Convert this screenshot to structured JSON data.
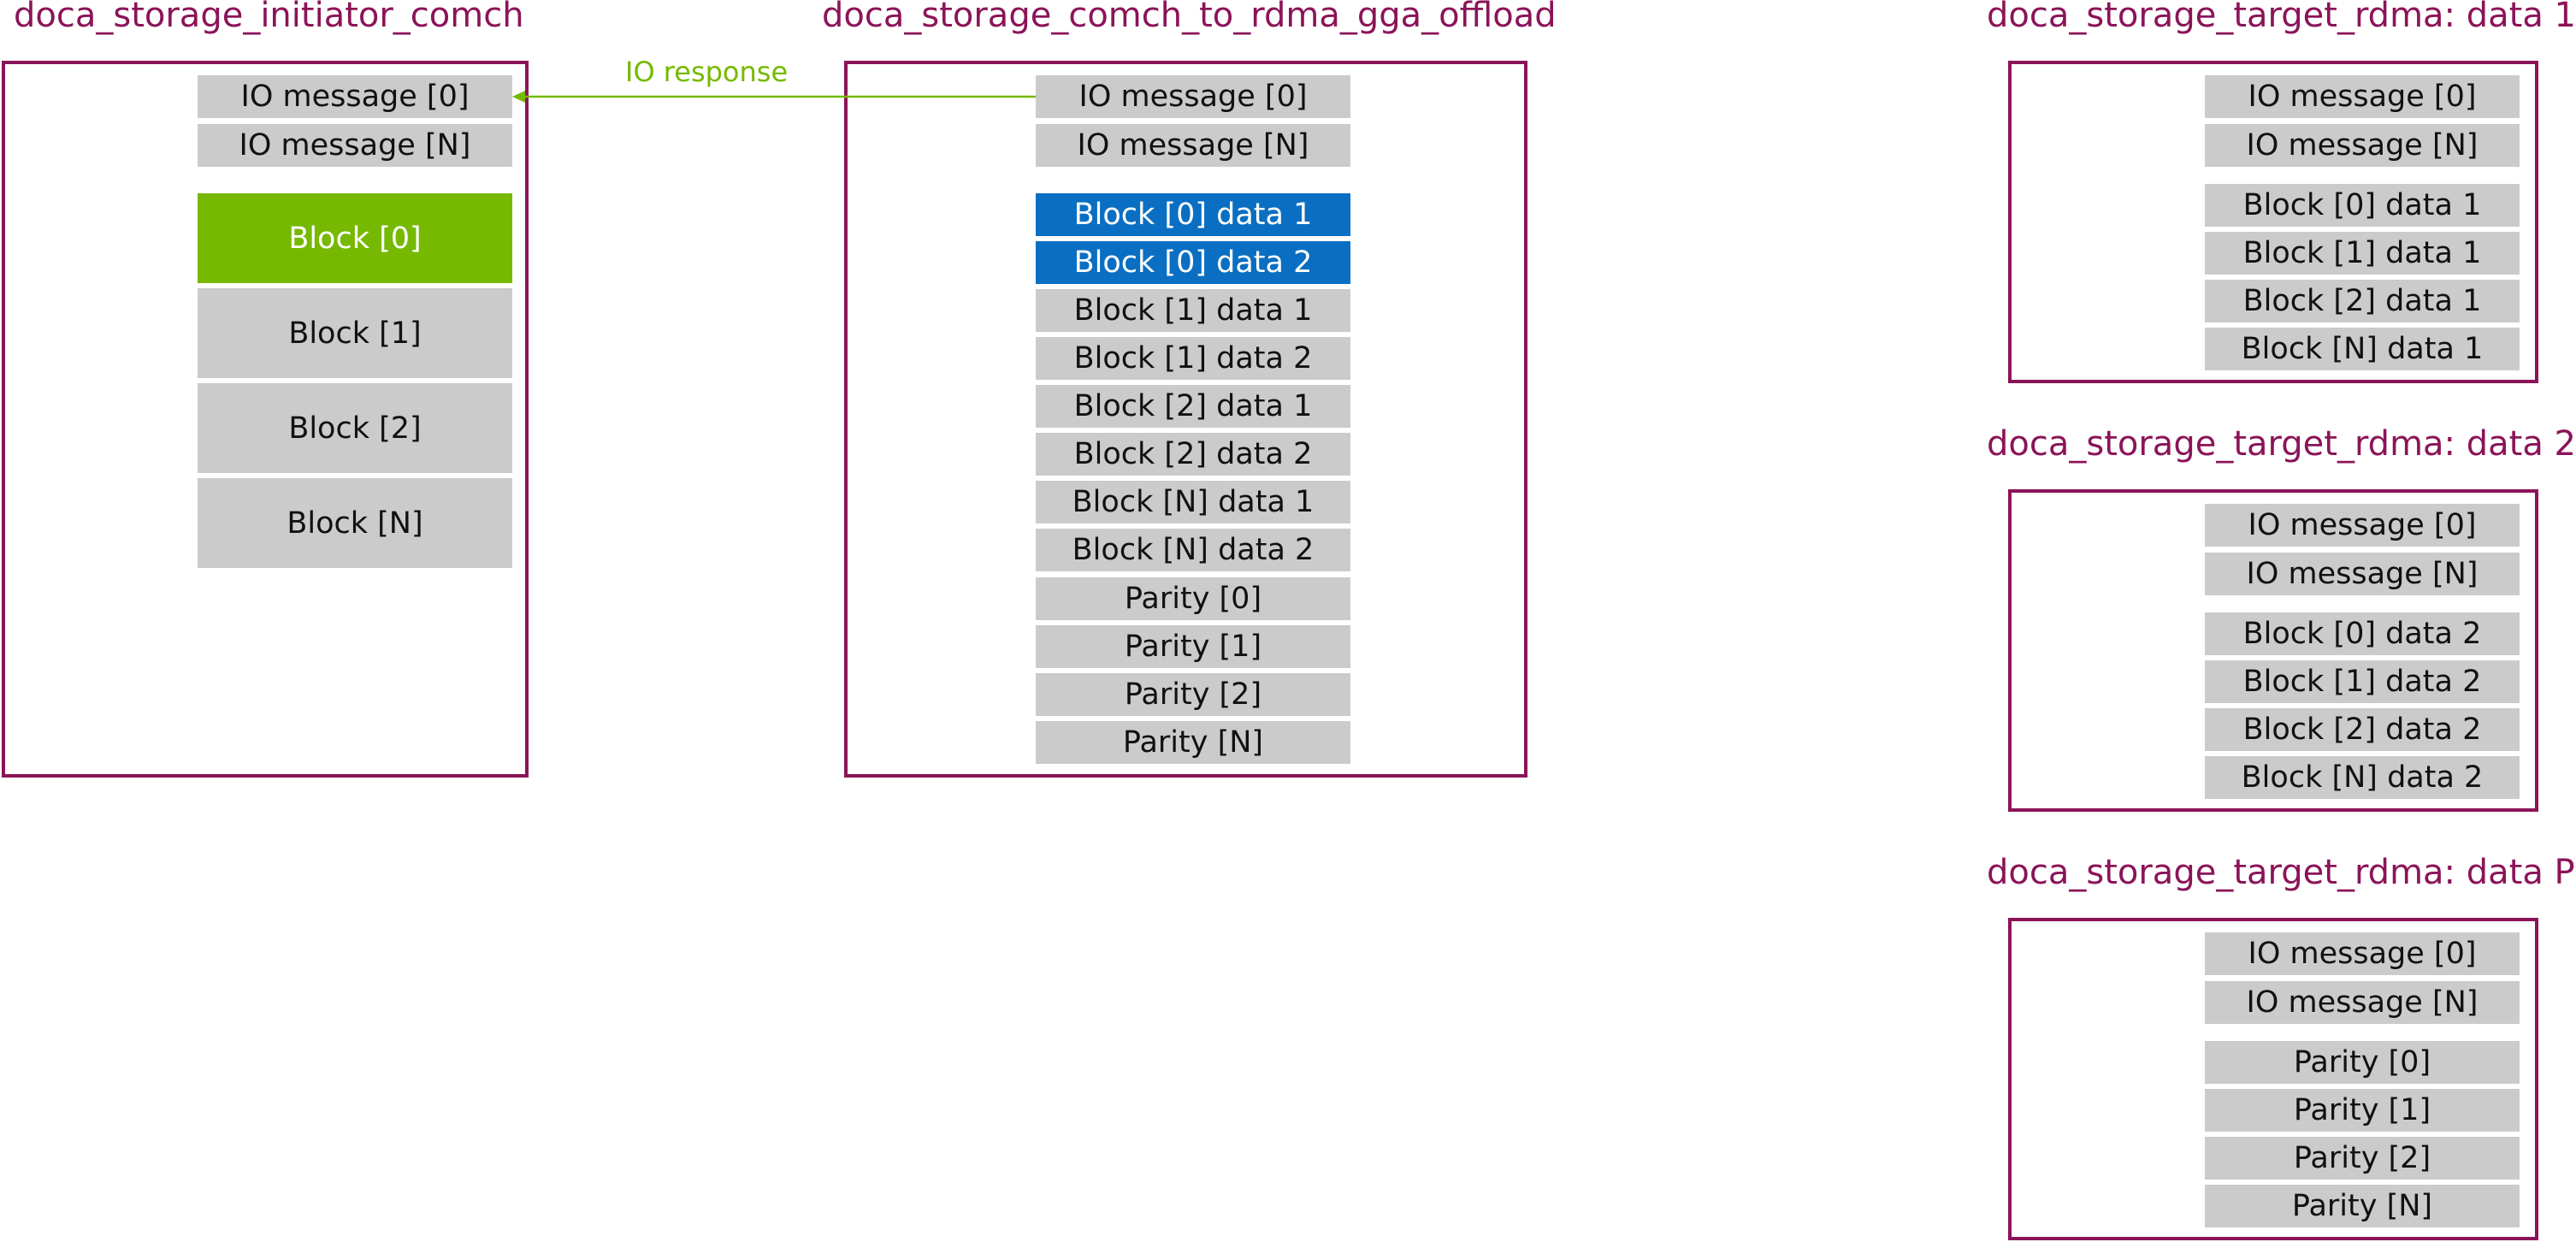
{
  "colors": {
    "accent_border": "#8b1458",
    "cell_gray": "#cbcbcb",
    "highlight_green": "#76b900",
    "highlight_blue": "#0a6fc2",
    "arrow_green": "#76b900"
  },
  "initiator": {
    "title": "doca_storage_initiator_comch",
    "io_messages": [
      "IO message [0]",
      "IO message [N]"
    ],
    "blocks": [
      "Block [0]",
      "Block [1]",
      "Block [2]",
      "Block [N]"
    ]
  },
  "offload": {
    "title": "doca_storage_comch_to_rdma_gga_offload",
    "io_messages": [
      "IO message [0]",
      "IO message [N]"
    ],
    "data_blocks": [
      "Block [0] data 1",
      "Block [0] data 2",
      "Block [1] data 1",
      "Block [1] data 2",
      "Block [2] data 1",
      "Block [2] data 2",
      "Block [N] data 1",
      "Block [N] data 2"
    ],
    "parity": [
      "Parity [0]",
      "Parity [1]",
      "Parity [2]",
      "Parity [N]"
    ]
  },
  "arrow": {
    "label": "IO response"
  },
  "target1": {
    "title": "doca_storage_target_rdma: data 1",
    "io_messages": [
      "IO message [0]",
      "IO message [N]"
    ],
    "items": [
      "Block [0] data 1",
      "Block [1] data 1",
      "Block [2] data 1",
      "Block [N] data 1"
    ]
  },
  "target2": {
    "title": "doca_storage_target_rdma: data 2",
    "io_messages": [
      "IO message [0]",
      "IO message [N]"
    ],
    "items": [
      "Block [0] data 2",
      "Block [1] data 2",
      "Block [2] data 2",
      "Block [N] data 2"
    ]
  },
  "targetP": {
    "title": "doca_storage_target_rdma: data P",
    "io_messages": [
      "IO message [0]",
      "IO message [N]"
    ],
    "items": [
      "Parity [0]",
      "Parity [1]",
      "Parity [2]",
      "Parity [N]"
    ]
  }
}
